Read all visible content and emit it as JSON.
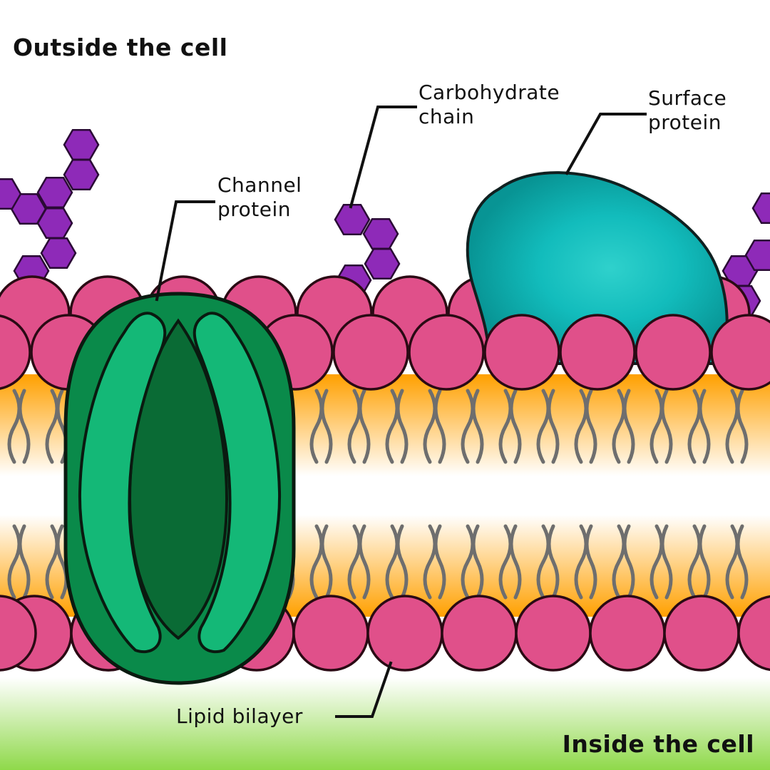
{
  "regions": {
    "outside": "Outside the cell",
    "inside": "Inside the cell"
  },
  "labels": {
    "carbohydrate": "Carbohydrate\nchain",
    "surface_protein": "Surface\nprotein",
    "channel_protein": "Channel\nprotein",
    "lipid_bilayer": "Lipid bilayer"
  },
  "colors": {
    "phospholipid_head": "#e0508a",
    "lipid_tail_band": "#ffa500",
    "carbohydrate": "#8e2ab8",
    "surface_protein": "#0fa5a5",
    "channel_protein": "#0a8a4a",
    "cytoplasm": "#8fd94a"
  }
}
